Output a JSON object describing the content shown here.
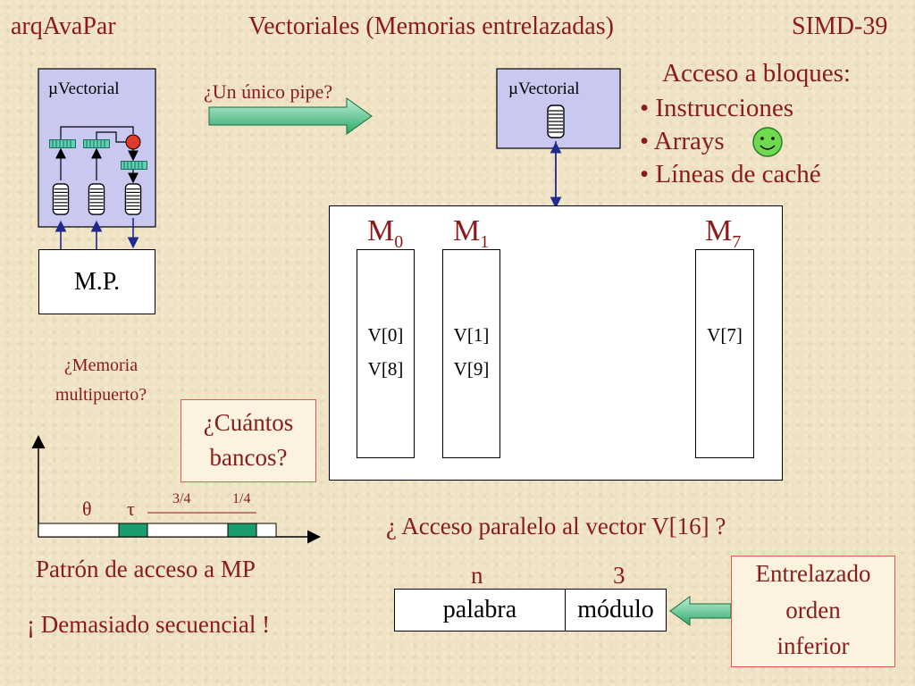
{
  "header": {
    "left": "arqAvaPar",
    "center": "Vectoriales (Memorias entrelazadas)",
    "right": "SIMD-39"
  },
  "left_cpu": {
    "label": "µVectorial"
  },
  "main_memory": {
    "label": "M.P."
  },
  "pipe_question": "¿Un único pipe?",
  "right_cpu": {
    "label": "µVectorial"
  },
  "block_access": {
    "title": "Acceso a bloques:",
    "items": [
      "• Instrucciones",
      "• Arrays",
      "• Líneas de caché"
    ]
  },
  "modules": {
    "m0": {
      "base": "M",
      "sub": "0",
      "lines": [
        "V[0]",
        "V[8]"
      ]
    },
    "m1": {
      "base": "M",
      "sub": "1",
      "lines": [
        "V[1]",
        "V[9]"
      ]
    },
    "m7": {
      "base": "M",
      "sub": "7",
      "lines": [
        "V[7]"
      ]
    }
  },
  "multiport_question": [
    "¿Memoria",
    "multipuerto?"
  ],
  "banks_question": [
    "¿Cuántos",
    "bancos?"
  ],
  "pattern": {
    "theta": "θ",
    "tau": "τ",
    "frac_a": "3/4",
    "frac_b": "1/4",
    "caption": "Patrón de acceso a MP",
    "conclusion": "¡ Demasiado secuencial !"
  },
  "parallel_question": "¿ Acceso paralelo al vector V[16] ?",
  "address": {
    "n": "n",
    "three": "3",
    "word": "palabra",
    "module": "módulo"
  },
  "interleave_note": [
    "Entrelazado",
    "orden",
    "inferior"
  ],
  "colors": {
    "accent_red": "#8b1a1a",
    "cpu_fill": "#c8c8f0",
    "green": "#1a9e6e",
    "note_border": "#e05a4a"
  }
}
